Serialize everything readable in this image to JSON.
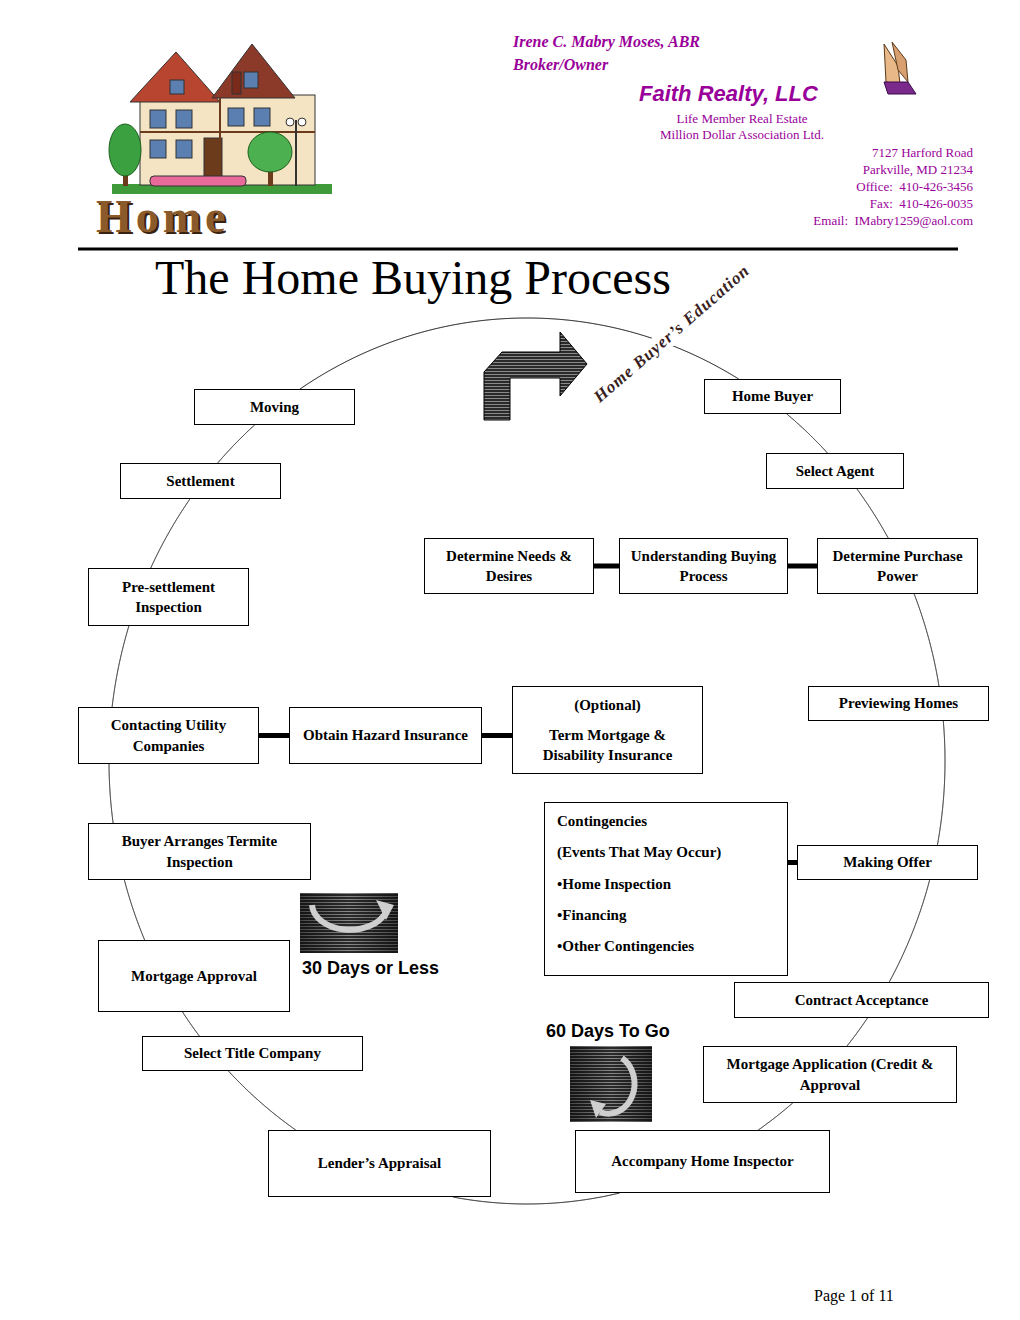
{
  "diagram": {
    "title": "The Home Buying Process",
    "nodes": [
      {
        "text": [
          "Home Buyer"
        ]
      },
      {
        "text": [
          "Moving"
        ]
      },
      {
        "text": [
          "Select Agent"
        ]
      },
      {
        "text": [
          "Settlement"
        ]
      },
      {
        "text": [
          "Determine Needs & Desires"
        ]
      },
      {
        "text": [
          "Understanding Buying Process"
        ]
      },
      {
        "text": [
          "Determine Purchase Power"
        ]
      },
      {
        "text": [
          "Pre-settlement Inspection"
        ]
      },
      {
        "text": [
          "(Optional)",
          "Term Mortgage & Disability Insurance"
        ]
      },
      {
        "text": [
          "Previewing Homes"
        ]
      },
      {
        "text": [
          "Contacting Utility Companies"
        ]
      },
      {
        "text": [
          "Obtain Hazard Insurance"
        ]
      },
      {
        "text": [
          "Contingencies",
          "(Events That May Occur)",
          "•Home Inspection",
          "•Financing",
          "•Other Contingencies"
        ]
      },
      {
        "text": [
          "Making Offer"
        ]
      },
      {
        "text": [
          "Buyer Arranges Termite Inspection"
        ]
      },
      {
        "text": [
          "Mortgage Approval"
        ]
      },
      {
        "text": [
          "Contract Acceptance"
        ]
      },
      {
        "text": [
          "Select Title Company"
        ]
      },
      {
        "text": [
          "Mortgage Application (Credit & Approval"
        ]
      },
      {
        "text": [
          "Lender’s Appraisal"
        ]
      },
      {
        "text": [
          "Accompany Home Inspector"
        ]
      }
    ],
    "edges": [
      {
        "from": 0,
        "to": 2,
        "arrow": "none"
      },
      {
        "from": 2,
        "to": 6,
        "arrow": "none"
      },
      {
        "from": 6,
        "to": 9,
        "arrow": "none"
      },
      {
        "from": 9,
        "to": 13,
        "arrow": "none"
      },
      {
        "from": 13,
        "to": 16,
        "arrow": "none"
      },
      {
        "from": 16,
        "to": 18,
        "arrow": "none"
      },
      {
        "from": 18,
        "to": 20,
        "arrow": "none"
      },
      {
        "from": 20,
        "to": 19,
        "arrow": "none"
      },
      {
        "from": 19,
        "to": 17,
        "arrow": "none"
      },
      {
        "from": 17,
        "to": 15,
        "arrow": "none"
      },
      {
        "from": 15,
        "to": 14,
        "arrow": "none"
      },
      {
        "from": 14,
        "to": 10,
        "arrow": "none"
      },
      {
        "from": 10,
        "to": 7,
        "arrow": "none"
      },
      {
        "from": 7,
        "to": 3,
        "arrow": "none"
      },
      {
        "from": 3,
        "to": 1,
        "arrow": "none"
      },
      {
        "from": 1,
        "to": 0,
        "arrow": "none"
      },
      {
        "from": 4,
        "to": 5,
        "arrow": "none"
      },
      {
        "from": 5,
        "to": 6,
        "arrow": "none"
      },
      {
        "from": 10,
        "to": 11,
        "arrow": "none"
      },
      {
        "from": 11,
        "to": 8,
        "arrow": "none"
      },
      {
        "from": 12,
        "to": 13,
        "arrow": "none"
      }
    ],
    "labels": [
      "Irene C. Mabry Moses, ABR",
      "Broker/Owner",
      "Faith Realty, LLC",
      "Life Member Real Estate",
      "Million Dollar Association Ltd.",
      "7127 Harford Road",
      "Parkville, MD 21234",
      "Office:  410-426-3456",
      "Fax:  410-426-0035",
      "Email:  IMabry1259@aol.com",
      "Home",
      "Home Buyer’s Education",
      "30 Days or Less",
      "60 Days To Go",
      "Page 1 of 11"
    ]
  }
}
